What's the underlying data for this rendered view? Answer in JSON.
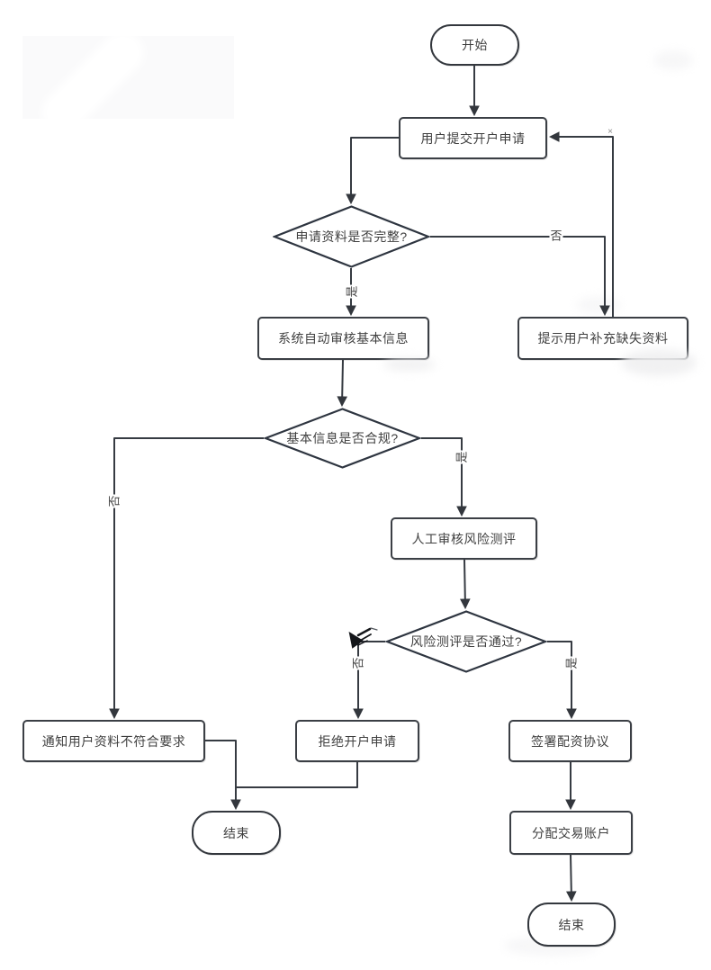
{
  "diagram": {
    "type": "flowchart",
    "language": "zh-CN",
    "topic": "配资开户审核流程 (account opening review process)"
  },
  "nodes": {
    "start": {
      "label": "开始",
      "shape": "terminal"
    },
    "submit": {
      "label": "用户提交开户申请",
      "shape": "process"
    },
    "d1": {
      "label": "申请资料是否完整?",
      "shape": "decision"
    },
    "auto_review": {
      "label": "系统自动审核基本信息",
      "shape": "process"
    },
    "supplement": {
      "label": "提示用户补充缺失资料",
      "shape": "process"
    },
    "d2": {
      "label": "基本信息是否合规?",
      "shape": "decision"
    },
    "manual_review": {
      "label": "人工审核风险测评",
      "shape": "process"
    },
    "d3": {
      "label": "风险测评是否通过?",
      "shape": "decision"
    },
    "notify": {
      "label": "通知用户资料不符合要求",
      "shape": "process"
    },
    "reject": {
      "label": "拒绝开户申请",
      "shape": "process"
    },
    "sign": {
      "label": "签署配资协议",
      "shape": "process"
    },
    "allocate": {
      "label": "分配交易账户",
      "shape": "process"
    },
    "end_left": {
      "label": "结束",
      "shape": "terminal"
    },
    "end_right": {
      "label": "结束",
      "shape": "terminal"
    }
  },
  "edge_labels": {
    "d1_yes": "是",
    "d1_no": "否",
    "d2_yes": "是",
    "d2_no": "否",
    "d3_yes": "是",
    "d3_no": "否"
  },
  "edges": [
    "start -> submit",
    "submit -> d1",
    "d1 -是-> auto_review",
    "d1 -否-> supplement",
    "supplement -> submit",
    "auto_review -> d2",
    "d2 -否-> notify",
    "d2 -是-> manual_review",
    "manual_review -> d3",
    "d3 -否-> reject",
    "d3 -是-> sign",
    "notify -> end_left",
    "reject -> end_left",
    "sign -> allocate",
    "allocate -> end_right"
  ],
  "artifacts": {
    "corner_mark": "×"
  },
  "colors": {
    "background": "#ffffff",
    "line": "#363b42",
    "diamond_stroke": "#2e3540",
    "rect_stroke": "#3b3f45",
    "text": "#3f3f3f"
  }
}
